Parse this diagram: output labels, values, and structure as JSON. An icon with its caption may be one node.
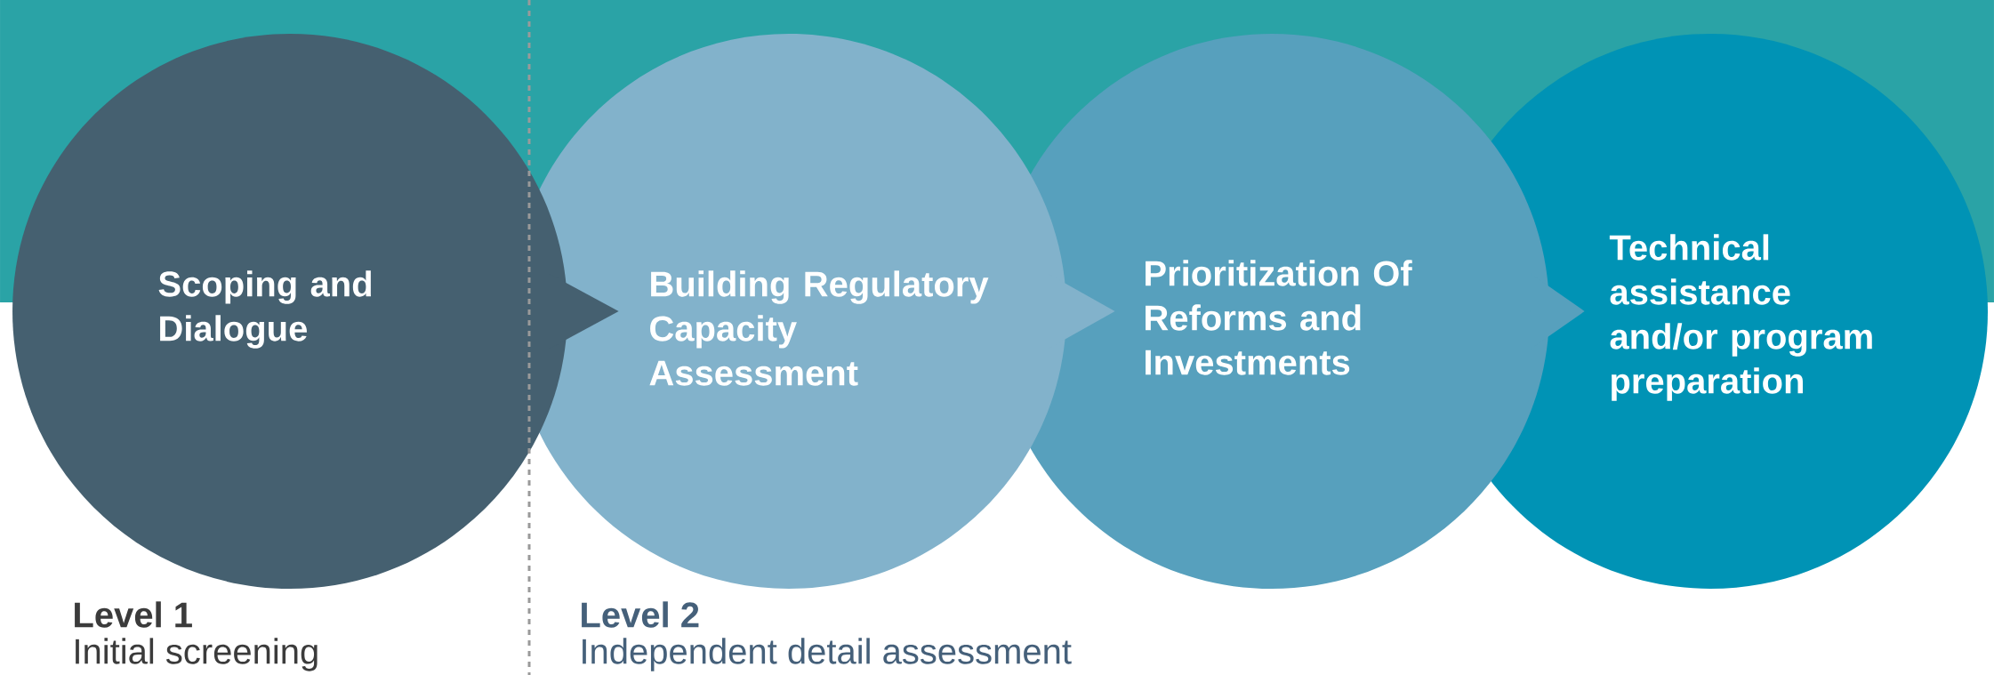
{
  "diagram": {
    "nodes": [
      {
        "text": [
          "Scoping and Dialogue"
        ]
      },
      {
        "text": [
          "Building Regulatory Capacity Assessment"
        ]
      },
      {
        "text": [
          "Prioritization Of Reforms and Investments"
        ]
      },
      {
        "text": [
          "Technical assistance and/or program preparation"
        ]
      }
    ],
    "edges": [
      {
        "from": 0,
        "to": 1,
        "arrow": "to"
      },
      {
        "from": 1,
        "to": 2,
        "arrow": "to"
      },
      {
        "from": 2,
        "to": 3,
        "arrow": "to"
      }
    ],
    "labels": [
      "Level 1",
      "Initial screening",
      "Level 2",
      "Independent detail assessment"
    ]
  }
}
